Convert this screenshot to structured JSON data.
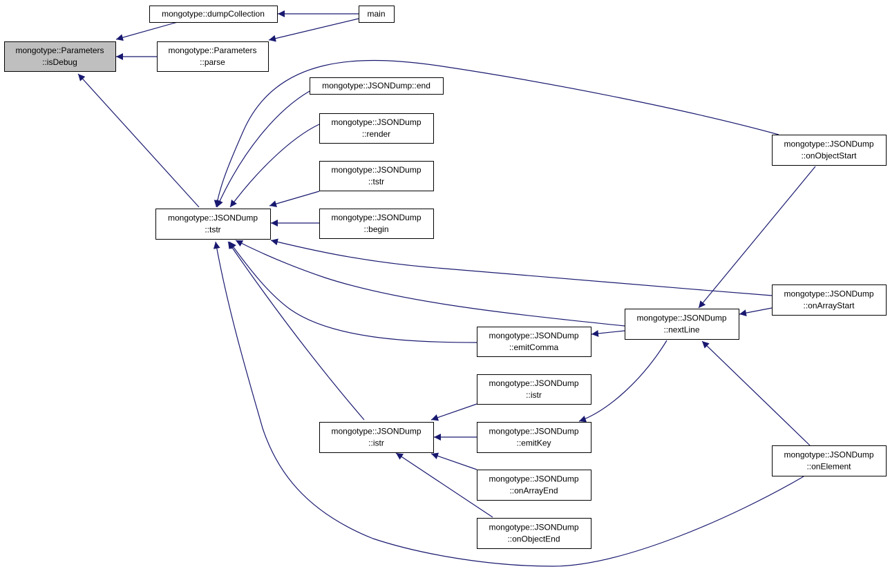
{
  "diagram": {
    "nodes": [
      {
        "id": "isDebug",
        "lines": [
          "mongotype::Parameters",
          "::isDebug"
        ],
        "root": true
      },
      {
        "id": "dumpCollection",
        "lines": [
          "mongotype::dumpCollection"
        ]
      },
      {
        "id": "main",
        "lines": [
          "main"
        ]
      },
      {
        "id": "parse",
        "lines": [
          "mongotype::Parameters",
          "::parse"
        ]
      },
      {
        "id": "tstr_main",
        "lines": [
          "mongotype::JSONDump",
          "::tstr"
        ]
      },
      {
        "id": "end",
        "lines": [
          "mongotype::JSONDump::end"
        ]
      },
      {
        "id": "render",
        "lines": [
          "mongotype::JSONDump",
          "::render"
        ]
      },
      {
        "id": "tstr2",
        "lines": [
          "mongotype::JSONDump",
          "::tstr"
        ]
      },
      {
        "id": "begin",
        "lines": [
          "mongotype::JSONDump",
          "::begin"
        ]
      },
      {
        "id": "onObjectStart",
        "lines": [
          "mongotype::JSONDump",
          "::onObjectStart"
        ]
      },
      {
        "id": "onArrayStart",
        "lines": [
          "mongotype::JSONDump",
          "::onArrayStart"
        ]
      },
      {
        "id": "nextLine",
        "lines": [
          "mongotype::JSONDump",
          "::nextLine"
        ]
      },
      {
        "id": "emitComma",
        "lines": [
          "mongotype::JSONDump",
          "::emitComma"
        ]
      },
      {
        "id": "istr_right",
        "lines": [
          "mongotype::JSONDump",
          "::istr"
        ]
      },
      {
        "id": "istr_main",
        "lines": [
          "mongotype::JSONDump",
          "::istr"
        ]
      },
      {
        "id": "emitKey",
        "lines": [
          "mongotype::JSONDump",
          "::emitKey"
        ]
      },
      {
        "id": "onArrayEnd",
        "lines": [
          "mongotype::JSONDump",
          "::onArrayEnd"
        ]
      },
      {
        "id": "onObjectEnd",
        "lines": [
          "mongotype::JSONDump",
          "::onObjectEnd"
        ]
      },
      {
        "id": "onElement",
        "lines": [
          "mongotype::JSONDump",
          "::onElement"
        ]
      }
    ],
    "edges": [
      {
        "from": "dumpCollection",
        "to": "isDebug"
      },
      {
        "from": "parse",
        "to": "isDebug"
      },
      {
        "from": "main",
        "to": "dumpCollection"
      },
      {
        "from": "main",
        "to": "parse"
      },
      {
        "from": "tstr_main",
        "to": "isDebug"
      },
      {
        "from": "end",
        "to": "tstr_main"
      },
      {
        "from": "render",
        "to": "tstr_main"
      },
      {
        "from": "tstr2",
        "to": "tstr_main"
      },
      {
        "from": "begin",
        "to": "tstr_main"
      },
      {
        "from": "onObjectStart",
        "to": "tstr_main"
      },
      {
        "from": "onArrayStart",
        "to": "tstr_main"
      },
      {
        "from": "nextLine",
        "to": "tstr_main"
      },
      {
        "from": "emitComma",
        "to": "tstr_main"
      },
      {
        "from": "istr_main",
        "to": "tstr_main"
      },
      {
        "from": "onElement",
        "to": "tstr_main"
      },
      {
        "from": "nextLine",
        "to": "emitComma"
      },
      {
        "from": "onObjectStart",
        "to": "nextLine"
      },
      {
        "from": "onArrayStart",
        "to": "nextLine"
      },
      {
        "from": "onElement",
        "to": "nextLine"
      },
      {
        "from": "nextLine",
        "to": "emitKey"
      },
      {
        "from": "istr_right",
        "to": "istr_main"
      },
      {
        "from": "emitKey",
        "to": "istr_main"
      },
      {
        "from": "onArrayEnd",
        "to": "istr_main"
      },
      {
        "from": "onObjectEnd",
        "to": "istr_main"
      }
    ],
    "colors": {
      "edge": "#191970",
      "root_fill": "#bfbfbf",
      "node_fill": "#ffffff",
      "border": "#000000"
    }
  }
}
